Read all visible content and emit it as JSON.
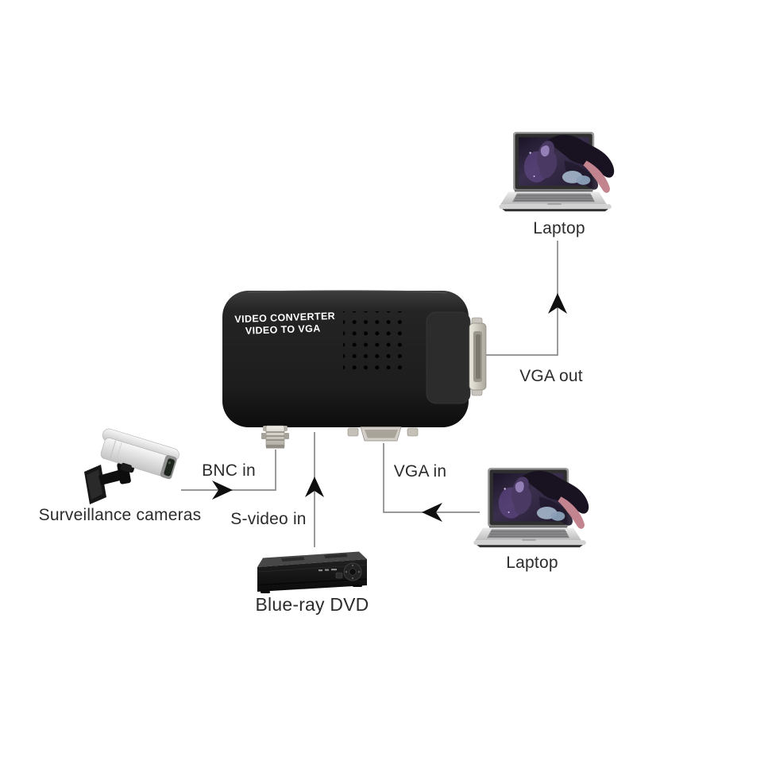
{
  "diagram": {
    "labels": {
      "laptop_top": "Laptop",
      "vga_out": "VGA out",
      "bnc_in": "BNC in",
      "surveillance": "Surveillance cameras",
      "s_video_in": "S-video in",
      "vga_in": "VGA in",
      "laptop_bottom": "Laptop",
      "bluray": "Blue-ray DVD"
    },
    "converter": {
      "line1": "VIDEO CONVERTER",
      "line2": "VIDEO TO VGA"
    },
    "connections": [
      {
        "label": "VGA out",
        "from": "converter-side-vga-port",
        "to": "laptop-top",
        "direction": "up"
      },
      {
        "label": "BNC in",
        "from": "surveillance-camera",
        "to": "converter-bnc-port",
        "direction": "right"
      },
      {
        "label": "S-video in",
        "from": "bluray-dvd-player",
        "to": "converter-s-video-port",
        "direction": "up"
      },
      {
        "label": "VGA in",
        "from": "laptop-bottom",
        "to": "converter-bottom-vga-port",
        "direction": "left"
      }
    ],
    "colors": {
      "background": "#ffffff",
      "connector_line": "#8a8a8a",
      "arrowhead": "#0f0f0f",
      "label_text": "#2c2c2c",
      "converter_body": "#1f1f1f",
      "converter_text": "#ffffff",
      "device_silver": "#d6d6d6",
      "artwork_purple": "#4a3a63",
      "artwork_pink": "#c2848e"
    }
  }
}
